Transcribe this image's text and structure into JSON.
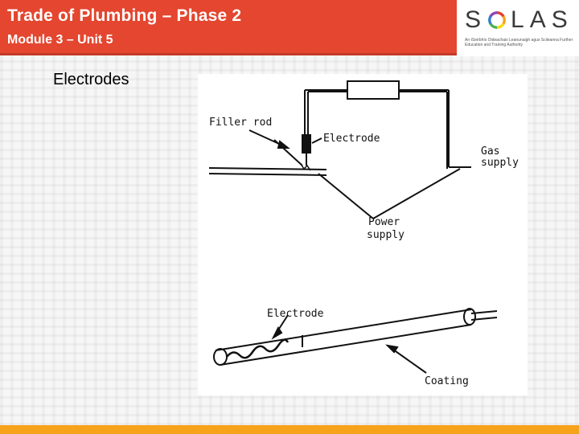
{
  "header": {
    "title": "Trade of Plumbing – Phase 2",
    "subtitle": "Module 3 – Unit 5"
  },
  "logo": {
    "word_left": "S",
    "word_right": "LAS",
    "tagline": "An tSeirbhís Oideachais Leanunaigh agus Scileanna Further Education and Training Authority"
  },
  "page": {
    "title": "Electrodes"
  },
  "diagram": {
    "labels": {
      "filler_rod": "Filler rod",
      "electrode_top": "Electrode",
      "gas_supply_1": "Gas",
      "gas_supply_2": "supply",
      "power_supply_1": "Power",
      "power_supply_2": "supply",
      "electrode_bottom": "Electrode",
      "coating": "Coating"
    }
  },
  "colors": {
    "header_bg": "#e4462f",
    "footer_bar": "#f7a21b"
  }
}
